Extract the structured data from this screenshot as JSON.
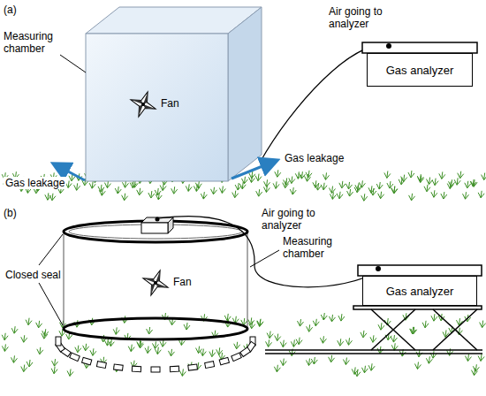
{
  "diagram": {
    "nodes": [
      {
        "text": [
          "Gas analyzer"
        ]
      },
      {
        "text": [
          "Gas analyzer"
        ]
      }
    ],
    "labels": [
      "(a)",
      "Measuring chamber",
      "Fan",
      "Air going to analyzer",
      "Gas leakage",
      "Gas leakage",
      "(b)",
      "Air going to analyzer",
      "Fan",
      "Measuring chamber",
      "Closed seal"
    ]
  }
}
